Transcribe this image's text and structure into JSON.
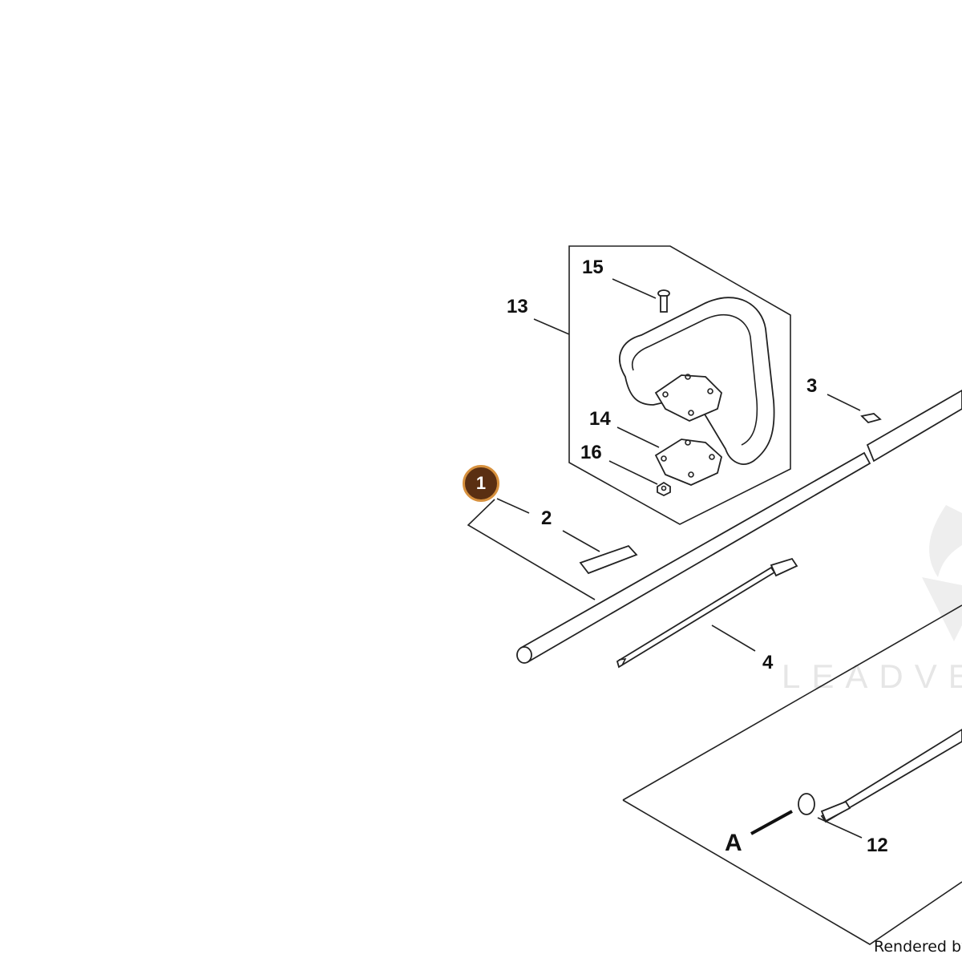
{
  "diagram": {
    "callouts": {
      "c2": "2",
      "c3": "3",
      "c4": "4",
      "c12": "12",
      "c13": "13",
      "c14": "14",
      "c15": "15",
      "c16": "16",
      "cA": "A"
    },
    "marker": "1",
    "watermark": "LEADVE",
    "credit": "Rendered by"
  },
  "colors": {
    "marker_fill": "#5a2f12",
    "marker_ring": "#d7913e",
    "line": "#222222",
    "watermark": "#e6e6e6"
  }
}
